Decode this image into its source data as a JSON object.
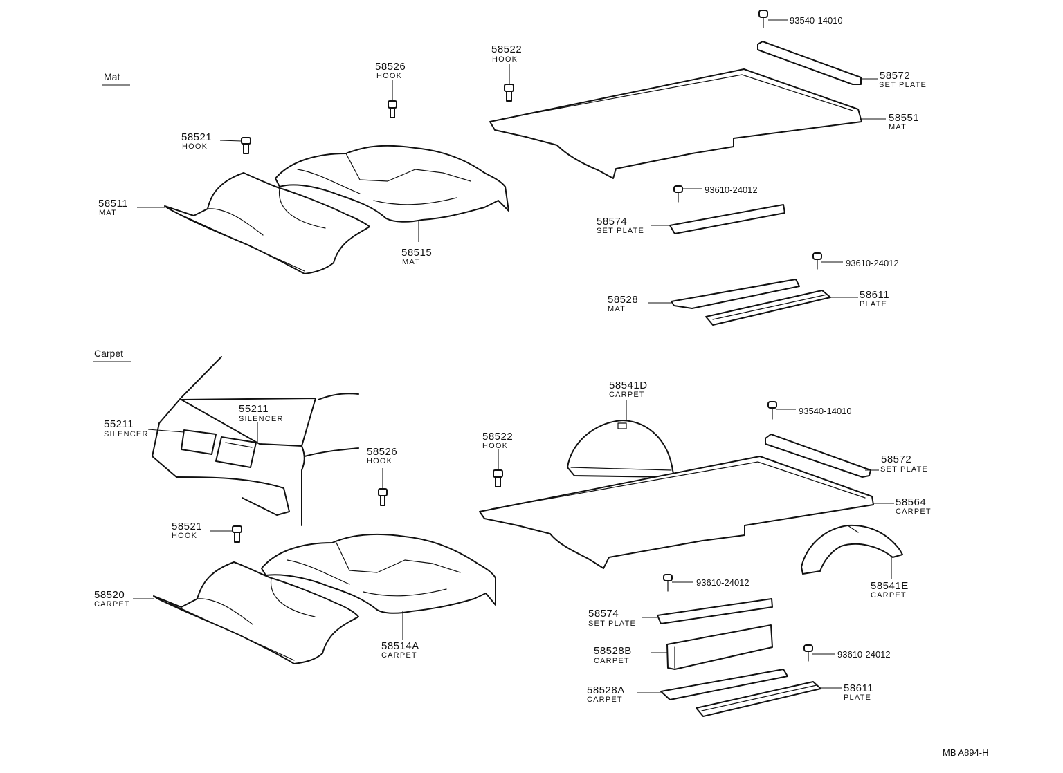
{
  "sections": {
    "mat": "Mat",
    "carpet": "Carpet"
  },
  "mat_parts": {
    "p58526": {
      "num": "58526",
      "name": "HOOK"
    },
    "p58522": {
      "num": "58522",
      "name": "HOOK"
    },
    "p58521": {
      "num": "58521",
      "name": "HOOK"
    },
    "p58511": {
      "num": "58511",
      "name": "MAT"
    },
    "p58515": {
      "num": "58515",
      "name": "MAT"
    },
    "p93540": {
      "num": "93540-14010",
      "name": ""
    },
    "p58572": {
      "num": "58572",
      "name": "SET PLATE"
    },
    "p58551": {
      "num": "58551",
      "name": "MAT"
    },
    "p93610a": {
      "num": "93610-24012",
      "name": ""
    },
    "p58574": {
      "num": "58574",
      "name": "SET PLATE"
    },
    "p93610b": {
      "num": "93610-24012",
      "name": ""
    },
    "p58528": {
      "num": "58528",
      "name": "MAT"
    },
    "p58611": {
      "num": "58611",
      "name": "PLATE"
    }
  },
  "carpet_parts": {
    "p55211a": {
      "num": "55211",
      "name": "SILENCER"
    },
    "p55211b": {
      "num": "55211",
      "name": "SILENCER"
    },
    "p58526": {
      "num": "58526",
      "name": "HOOK"
    },
    "p58522": {
      "num": "58522",
      "name": "HOOK"
    },
    "p58521": {
      "num": "58521",
      "name": "HOOK"
    },
    "p58520": {
      "num": "58520",
      "name": "CARPET"
    },
    "p58514A": {
      "num": "58514A",
      "name": "CARPET"
    },
    "p58541D": {
      "num": "58541D",
      "name": "CARPET"
    },
    "p93540": {
      "num": "93540-14010",
      "name": ""
    },
    "p58572": {
      "num": "58572",
      "name": "SET PLATE"
    },
    "p58564": {
      "num": "58564",
      "name": "CARPET"
    },
    "p58541E": {
      "num": "58541E",
      "name": "CARPET"
    },
    "p93610a": {
      "num": "93610-24012",
      "name": ""
    },
    "p58574": {
      "num": "58574",
      "name": "SET PLATE"
    },
    "p58528B": {
      "num": "58528B",
      "name": "CARPET"
    },
    "p93610b": {
      "num": "93610-24012",
      "name": ""
    },
    "p58528A": {
      "num": "58528A",
      "name": "CARPET"
    },
    "p58611": {
      "num": "58611",
      "name": "PLATE"
    }
  },
  "figure_code": "MB A894-H"
}
